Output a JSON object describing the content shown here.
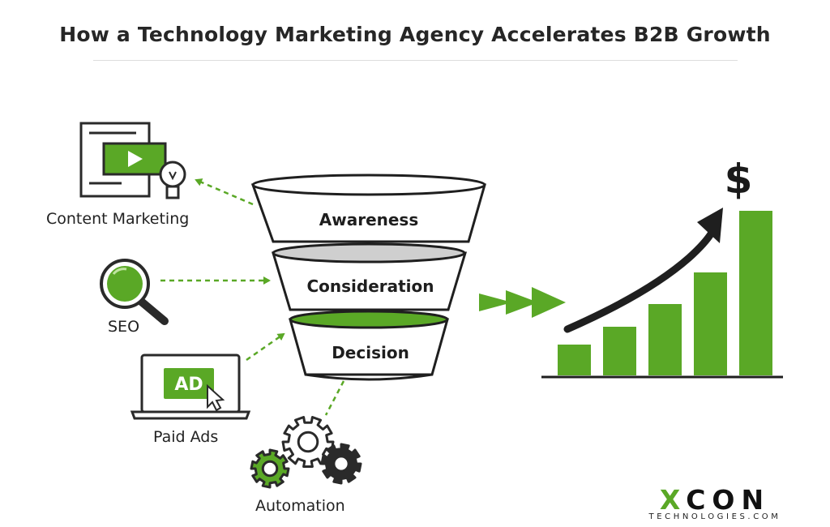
{
  "header": {
    "title": "How a Technology Marketing Agency Accelerates B2B Growth"
  },
  "channels": [
    {
      "label": "Content Marketing",
      "icon": "document-video-lightbulb-icon"
    },
    {
      "label": "SEO",
      "icon": "magnifying-glass-icon"
    },
    {
      "label": "Paid Ads",
      "icon": "laptop-ad-icon",
      "badge": "AD"
    },
    {
      "label": "Automation",
      "icon": "gears-icon"
    }
  ],
  "funnel": {
    "stages": [
      "Awareness",
      "Consideration",
      "Decision"
    ]
  },
  "growth": {
    "symbol": "$",
    "bar_levels": [
      1,
      2,
      3,
      4,
      5
    ],
    "icon": "rising-bar-chart-icon"
  },
  "brand": {
    "logo_x": "X",
    "logo_rest": "CON",
    "tagline": "TECHNOLOGIES.COM"
  },
  "colors": {
    "accent": "#5aa826",
    "dark": "#1f1f1f",
    "funnel_fill": "#ffffff"
  }
}
